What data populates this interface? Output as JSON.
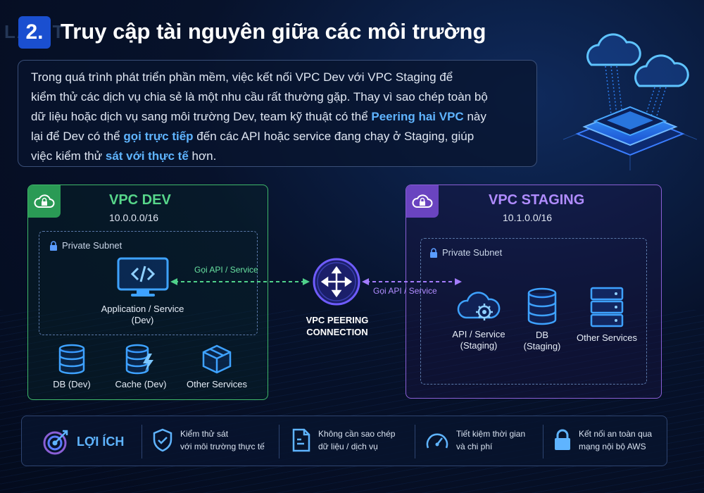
{
  "watermark": "LANIT",
  "header": {
    "number": "2.",
    "title": "Truy cập tài nguyên giữa các môi trường"
  },
  "intro": {
    "line1": "Trong quá trình phát triển phần mềm, việc kết nối VPC Dev với VPC Staging để",
    "line2": "kiểm thử các dịch vụ chia sẻ là một nhu cầu rất thường gặp. Thay vì sao chép toàn bộ",
    "line3_pre": "dữ liệu hoặc dịch vụ sang môi trường Dev, team kỹ thuật có thể ",
    "line3_hl": "Peering hai VPC",
    "line3_post": " này",
    "line4_pre": "lại để Dev có thể ",
    "line4_hl": "gọi trực tiếp",
    "line4_post": " đến các API hoặc service đang chạy ở Staging, giúp",
    "line5_pre": "việc kiểm thử ",
    "line5_hl": "sát với thực tế",
    "line5_post": " hơn."
  },
  "vpc_dev": {
    "title": "VPC DEV",
    "cidr": "10.0.0.0/16",
    "subnet_label": "Private Subnet",
    "app_line1": "Application / Service",
    "app_line2": "(Dev)",
    "db": "DB (Dev)",
    "cache": "Cache (Dev)",
    "other": "Other Services"
  },
  "vpc_staging": {
    "title": "VPC STAGING",
    "cidr": "10.1.0.0/16",
    "subnet_label": "Private Subnet",
    "api_line1": "API / Service",
    "api_line2": "(Staging)",
    "db_line1": "DB",
    "db_line2": "(Staging)",
    "other": "Other Services"
  },
  "peering": {
    "line1": "VPC PEERING",
    "line2": "CONNECTION",
    "flow_dev": "Gọi API / Service",
    "flow_staging": "Gọi API / Service"
  },
  "benefits": {
    "heading": "LỢI ÍCH",
    "items": [
      {
        "icon": "shield-check-icon",
        "line1": "Kiểm thử sát",
        "line2": "với môi trường thực tế"
      },
      {
        "icon": "document-icon",
        "line1": "Không cần sao chép",
        "line2": "dữ liệu / dịch vụ"
      },
      {
        "icon": "speedometer-icon",
        "line1": "Tiết kiệm thời gian",
        "line2": "và chi phí"
      },
      {
        "icon": "lock-icon",
        "line1": "Kết nối an toàn qua",
        "line2": "mạng nội bộ AWS"
      }
    ]
  },
  "colors": {
    "dev_accent": "#3fb86a",
    "staging_accent": "#8a5fd6",
    "highlight": "#5fb4ff",
    "title_badge": "#1a4fd0"
  }
}
